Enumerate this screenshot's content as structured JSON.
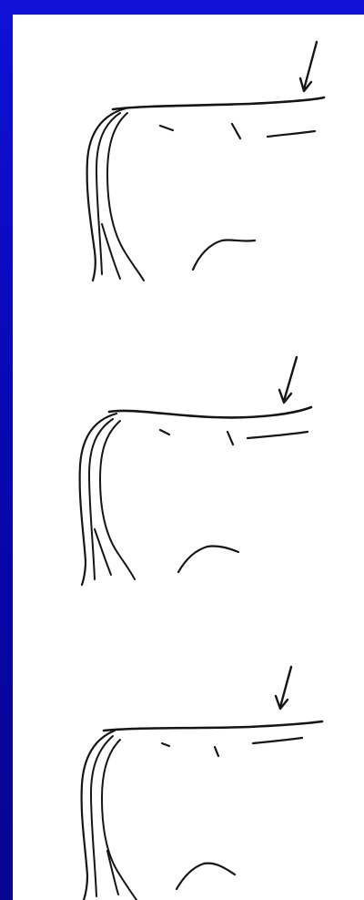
{
  "figure": {
    "background_color": "#0a0ab8",
    "panel_color": "#ffffff",
    "ink_color": "#151515",
    "panels": [
      {
        "id": "panel-1",
        "marker": "arrow-icon"
      },
      {
        "id": "panel-2",
        "marker": "arrow-icon"
      },
      {
        "id": "panel-3",
        "marker": "arrow-icon"
      }
    ]
  }
}
